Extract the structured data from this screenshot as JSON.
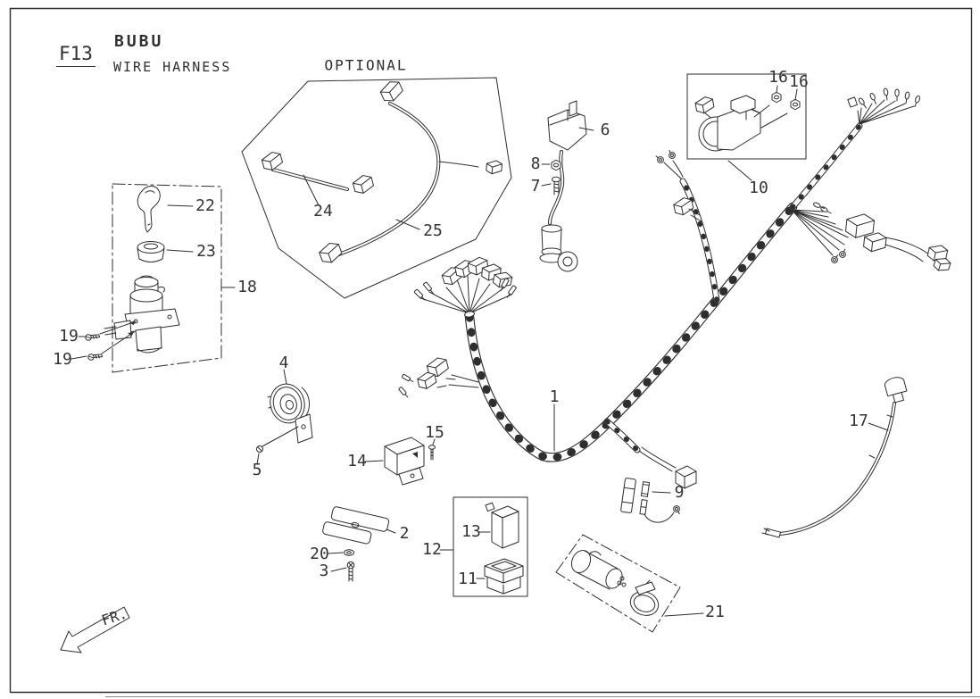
{
  "page": {
    "figure_code": "F13",
    "model_name": "BUBU",
    "figure_title": "WIRE HARNESS",
    "optional_label": "OPTIONAL",
    "front_label": "FR.",
    "line_color": "#2e2e2e",
    "background_color": "#ffffff"
  },
  "part_labels": {
    "p1": "1",
    "p2": "2",
    "p3": "3",
    "p4": "4",
    "p5": "5",
    "p6": "6",
    "p7": "7",
    "p8": "8",
    "p9": "9",
    "p10": "10",
    "p11": "11",
    "p12": "12",
    "p13": "13",
    "p14": "14",
    "p15": "15",
    "p16a": "16",
    "p16b": "16",
    "p17": "17",
    "p18": "18",
    "p19a": "19",
    "p19b": "19",
    "p20": "20",
    "p21": "21",
    "p22": "22",
    "p23": "23",
    "p24": "24",
    "p25": "25"
  }
}
